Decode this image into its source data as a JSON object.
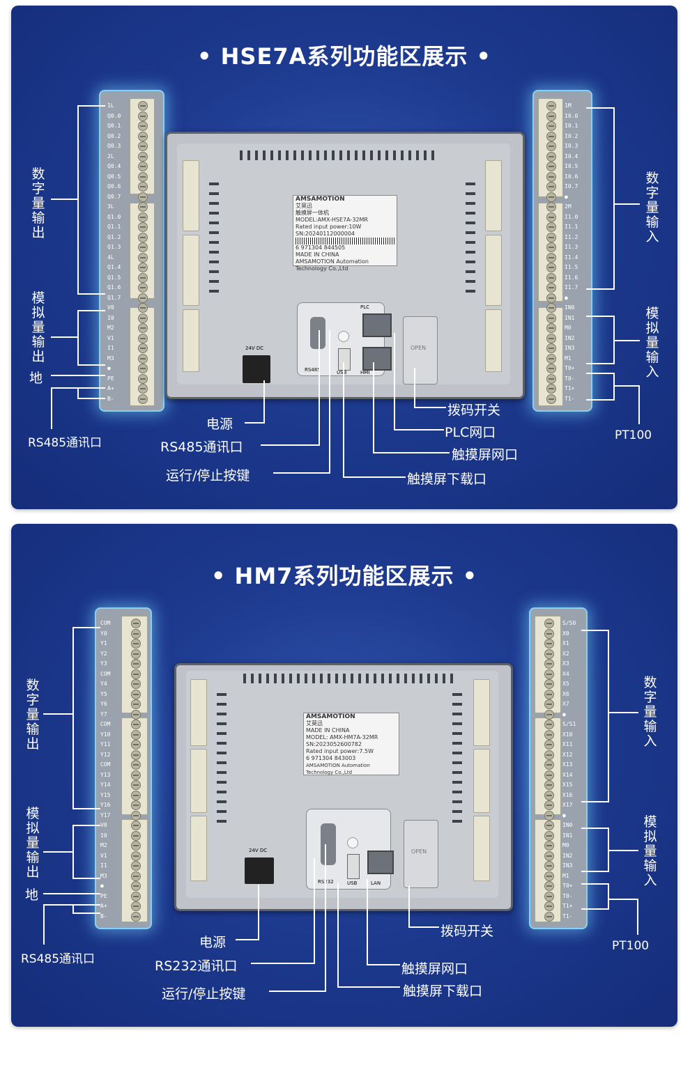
{
  "panel1": {
    "title": "• HSE7A系列功能区展示 •",
    "left_labels": {
      "digital_out": "数字量输出",
      "analog_out": "模拟量输出",
      "ground": "地",
      "rs485": "RS485通讯口"
    },
    "right_labels": {
      "digital_in": "数字量输入",
      "analog_in": "模拟量输入",
      "pt100": "PT100"
    },
    "bottom_left": {
      "power": "电源",
      "rs485": "RS485通讯口",
      "run_stop": "运行/停止按键"
    },
    "bottom_right": {
      "dip": "拨码开关",
      "plc_net": "PLC网口",
      "hmi_net": "触摸屏网口",
      "hmi_dl": "触摸屏下载口"
    },
    "sticker": {
      "brand": "AMSAMOTION",
      "cn": "艾莫迅",
      "type": "触摸屏一体机",
      "model": "MODEL:AMX-HSE7A-32MR",
      "power": "Rated input power:10W",
      "sn": "SN:20240112000004",
      "barcode": "6 971304 844505",
      "made": "MADE IN CHINA",
      "company": "AMSAMOTION Automation Technology Co.,Ltd"
    },
    "port_labels": {
      "power": "24V DC",
      "rs": "RS485",
      "usb": "USB",
      "plc": "PLC",
      "hmi": "HMI",
      "open": "OPEN"
    },
    "left_pins": [
      "1L",
      "Q0.0",
      "Q0.1",
      "Q0.2",
      "Q0.3",
      "2L",
      "Q0.4",
      "Q0.5",
      "Q0.6",
      "Q0.7",
      "3L",
      "Q1.0",
      "Q1.1",
      "Q1.2",
      "Q1.3",
      "4L",
      "Q1.4",
      "Q1.5",
      "Q1.6",
      "Q1.7",
      "V0",
      "I0",
      "M2",
      "V1",
      "I1",
      "M3",
      "●",
      "PE",
      "A+",
      "B-"
    ],
    "right_pins": [
      "1M",
      "I0.0",
      "I0.1",
      "I0.2",
      "I0.3",
      "I0.4",
      "I0.5",
      "I0.6",
      "I0.7",
      "●",
      "2M",
      "I1.0",
      "I1.1",
      "I1.2",
      "I1.3",
      "I1.4",
      "I1.5",
      "I1.6",
      "I1.7",
      "●",
      "IN0",
      "IN1",
      "M0",
      "IN2",
      "IN3",
      "M1",
      "T0+",
      "T0-",
      "T1+",
      "T1-"
    ]
  },
  "panel2": {
    "title": "• HM7系列功能区展示 •",
    "left_labels": {
      "digital_out": "数字量输出",
      "analog_out": "模拟量输出",
      "ground": "地",
      "rs485": "RS485通讯口"
    },
    "right_labels": {
      "digital_in": "数字量输入",
      "analog_in": "模拟量输入",
      "pt100": "PT100"
    },
    "bottom_left": {
      "power": "电源",
      "rs232": "RS232通讯口",
      "run_stop": "运行/停止按键"
    },
    "bottom_right": {
      "dip": "拨码开关",
      "hmi_net": "触摸屏网口",
      "hmi_dl": "触摸屏下载口"
    },
    "sticker": {
      "brand": "AMSAMOTION",
      "cn": "艾莫迅",
      "made": "MADE IN CHINA",
      "model": "MODEL: AMX-HM7A-32MR",
      "sn": "SN:2023052600782",
      "power": "Rated input power:7.5W",
      "barcode": "6 971304 843003",
      "company": "AMSAMOTION Automation Technology Co.,Ltd"
    },
    "port_labels": {
      "power": "24V DC",
      "rs": "RS232",
      "usb": "USB",
      "lan": "LAN",
      "open": "OPEN"
    },
    "left_pins": [
      "COM",
      "Y0",
      "Y1",
      "Y2",
      "Y3",
      "COM",
      "Y4",
      "Y5",
      "Y6",
      "Y7",
      "COM",
      "Y10",
      "Y11",
      "Y12",
      "COM",
      "Y13",
      "Y14",
      "Y15",
      "Y16",
      "Y17",
      "V0",
      "I0",
      "M2",
      "V1",
      "I1",
      "M3",
      "●",
      "PE",
      "A+",
      "B-"
    ],
    "right_pins": [
      "S/S0",
      "X0",
      "X1",
      "X2",
      "X3",
      "X4",
      "X5",
      "X6",
      "X7",
      "●",
      "S/S1",
      "X10",
      "X11",
      "X12",
      "X13",
      "X14",
      "X15",
      "X16",
      "X17",
      "●",
      "IN0",
      "IN1",
      "M0",
      "IN2",
      "IN3",
      "M1",
      "T0+",
      "T0-",
      "T1+",
      "T1-"
    ]
  },
  "colors": {
    "panel": "#1d3a8f",
    "glow": "#78d2ff",
    "text": "#ffffff"
  }
}
